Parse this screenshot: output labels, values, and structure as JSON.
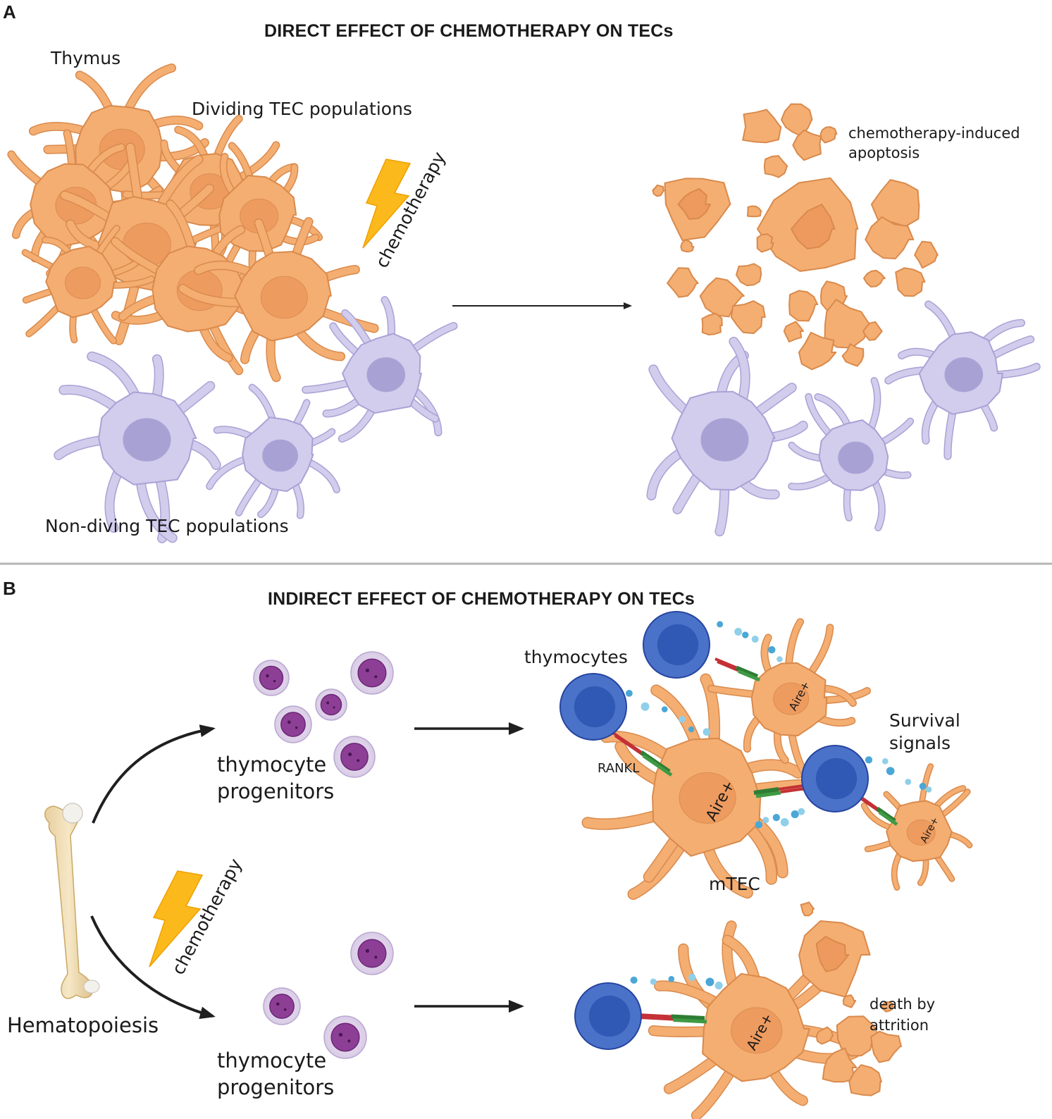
{
  "panel_a": {
    "letter": "A",
    "title": "DIRECT EFFECT OF CHEMOTHERAPY ON TECs",
    "thymus": "Thymus",
    "dividing": "Dividing TEC populations",
    "chemo": "chemotherapy",
    "apoptosis_line1": "chemotherapy-induced",
    "apoptosis_line2": "apoptosis",
    "non_dividing": "Non-diving TEC populations"
  },
  "panel_b": {
    "letter": "B",
    "title": "INDIRECT EFFECT OF CHEMOTHERAPY ON TECs",
    "progenitors_top_1": "thymocyte",
    "progenitors_top_2": "progenitors",
    "progenitors_bottom_1": "thymocyte",
    "progenitors_bottom_2": "progenitors",
    "thymocytes": "thymocytes",
    "survival_1": "Survival",
    "survival_2": "signals",
    "rankl": "RANKL",
    "mtec": "mTEC",
    "aire": "Aire+",
    "chemo": "chemotherapy",
    "hematopoiesis": "Hematopoiesis",
    "death_1": "death by",
    "death_2": "attrition"
  },
  "colors": {
    "dividing_cell": "#f4ae72",
    "dividing_nucleus": "#ee9a5e",
    "nondividing_cell": "#d2cdec",
    "nondividing_nucleus": "#a39dd2",
    "thymocyte": "#4a72c9",
    "thymocyte_core": "#2e57b2",
    "progenitor": "#8d3f96",
    "lightning": "#fbb91c",
    "signal": "#4aa7d6"
  }
}
